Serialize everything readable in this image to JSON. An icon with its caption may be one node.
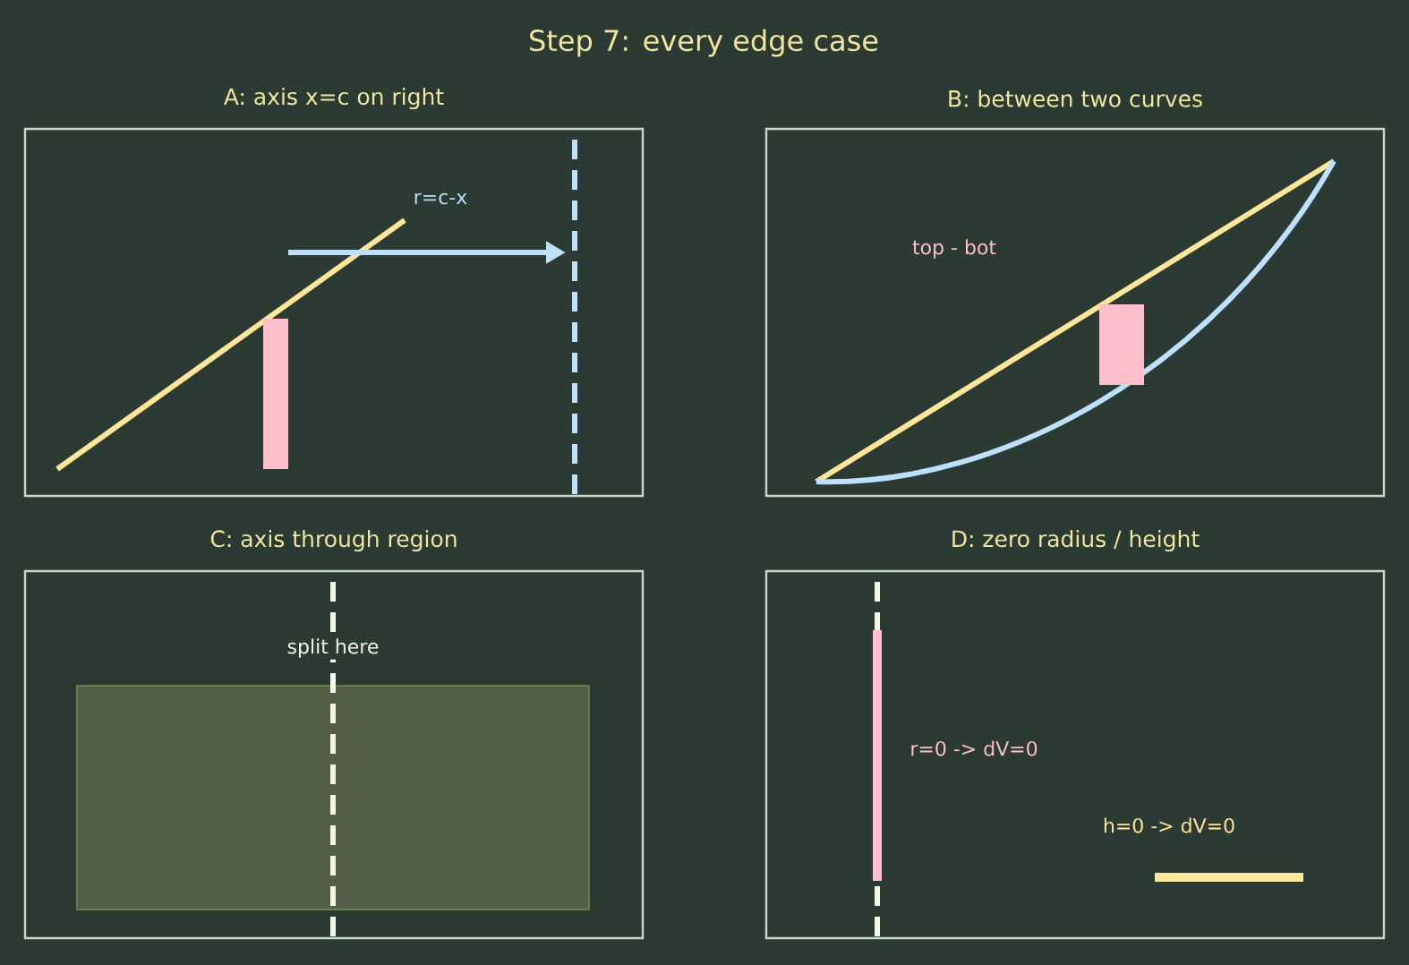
{
  "diagram": {
    "title": "Step 7: every edge case",
    "nodes": [
      {
        "text": [
          "A: axis x=c on right",
          "r=c-x"
        ]
      },
      {
        "text": [
          "B: between two curves",
          "top - bot"
        ]
      },
      {
        "text": [
          "C: axis through region",
          "split here"
        ]
      },
      {
        "text": [
          "D: zero radius / height",
          "r=0 -> dV=0",
          "h=0 -> dV=0"
        ]
      }
    ],
    "edges": []
  }
}
